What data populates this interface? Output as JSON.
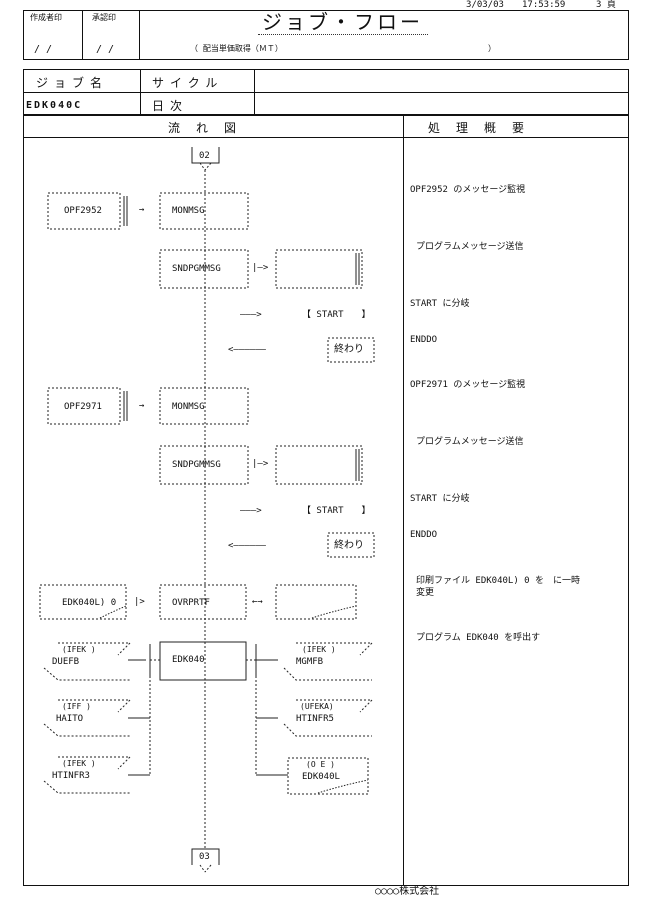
{
  "header": {
    "date": "3/03/03",
    "time": "17:53:59",
    "page": "3 頁",
    "stamp_author": "作成者印",
    "stamp_approver": "承認印",
    "author_date": "/ /",
    "approver_date": "/ /",
    "title": "ジョブ・フロー",
    "subtitle": "（ 配当単価取得（ＭＴ）",
    "subtitle_close": "）"
  },
  "job": {
    "name_label": "ジョブ名",
    "cycle_label": "サイクル",
    "name": "EDK040C",
    "cycle": "日次"
  },
  "columns": {
    "flow": "流　れ　図",
    "summary": "処　理　概　要"
  },
  "flow": {
    "start_connector": "02",
    "end_connector": "03",
    "file1": "OPF2952",
    "file2": "OPF2971",
    "monmsg": "MONMSG",
    "sndpgmmsg": "SNDPGMMSG",
    "branch": "START",
    "end_label": "終わり",
    "arrow_right": "―――>",
    "arrow_left": "<――――――",
    "arrow_bi": "←→",
    "edk040l": "EDK040L) 0",
    "ovrprtf": "OVRPRTF",
    "program": "EDK040",
    "in1_dev": "(IFEK )",
    "in1": "DUEFB",
    "in2_dev": "(IFF )",
    "in2": "HAITO",
    "in3_dev": "(IFEK )",
    "in3": "HTINFR3",
    "out1_dev": "(IFEK )",
    "out1": "MGMFB",
    "out2_dev": "(UFEKA)",
    "out2": "HTINFR5",
    "out3_dev": "(O E )",
    "out3": "EDK040L"
  },
  "summary": {
    "s1": "OPF2952 のメッセージ監視",
    "s2": "プログラムメッセージ送信",
    "s3": "START に分岐",
    "s4": "ENDDO",
    "s5": "OPF2971 のメッセージ監視",
    "s6": "プログラムメッセージ送信",
    "s7": "START に分岐",
    "s8": "ENDDO",
    "s9a": "印刷ファイル EDK040L) 0 を　に一時",
    "s9b": "変更",
    "s10": "プログラム EDK040 を呼出す"
  },
  "footer": {
    "company": "○○○○株式会社"
  }
}
